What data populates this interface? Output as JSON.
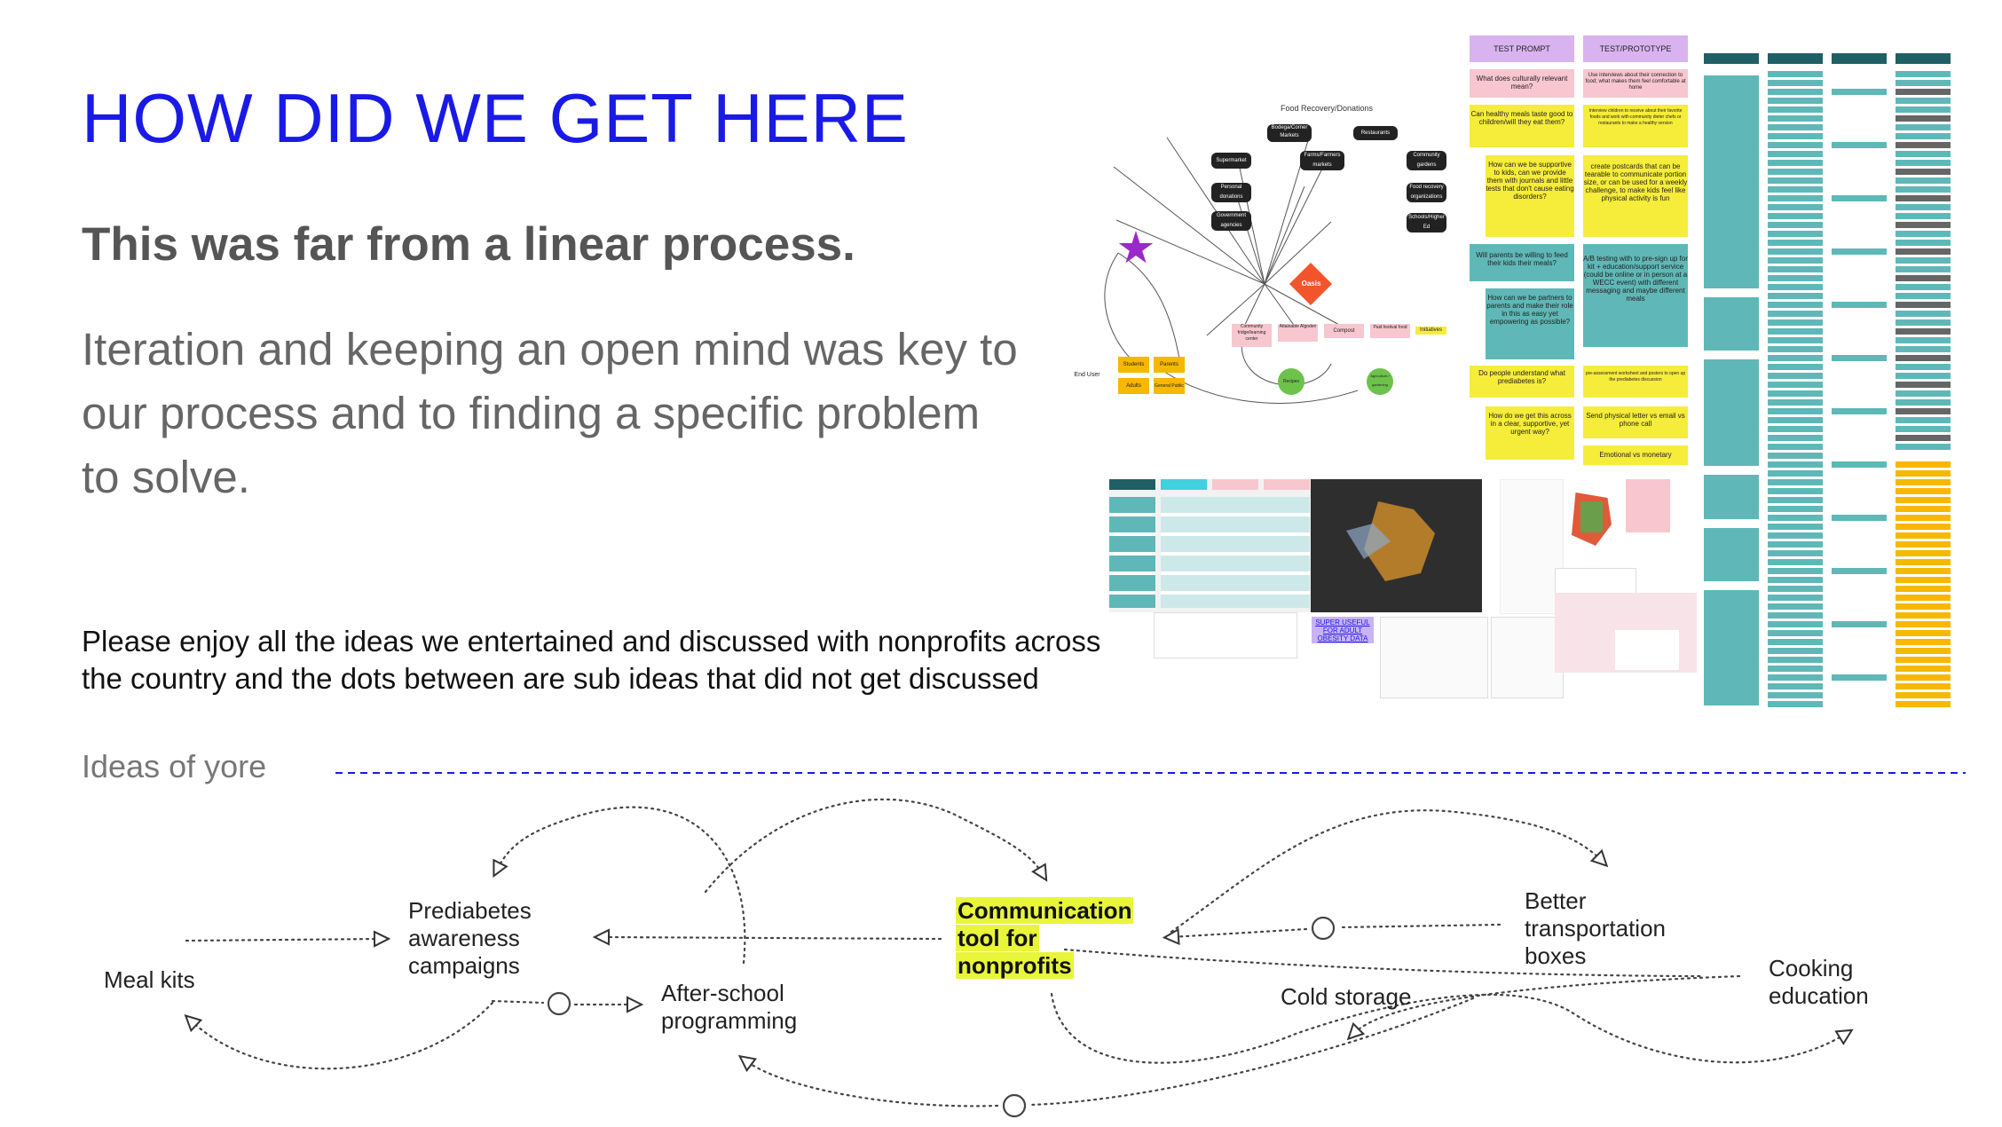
{
  "title": "HOW DID WE GET HERE",
  "subtitle": "This was far from a linear process.",
  "body": "Iteration and keeping an open mind was key to our process and to finding a specific problem to solve.",
  "note": "Please enjoy all the ideas we entertained and discussed with nonprofits across the country and the dots between are sub ideas that did not get discussed",
  "section_label": "Ideas of yore",
  "ideas": {
    "meal_kits": "Meal kits",
    "prediabetes": [
      "Prediabetes",
      "awareness",
      "campaigns"
    ],
    "after_school": [
      "After-school",
      "programming"
    ],
    "communication": [
      "Communication",
      "tool for",
      "nonprofits"
    ],
    "cold_storage": "Cold storage",
    "transportation": [
      "Better",
      "transportation",
      "boxes"
    ],
    "cooking": [
      "Cooking",
      "education"
    ]
  },
  "collage": {
    "mindmap": {
      "header": "Food Recovery/Donations",
      "nodes": [
        "Bodega/Corner Markets",
        "Restaurants",
        "Supermarket",
        "Farms/Farmers markets",
        "Community gardens",
        "Personal donations",
        "Food recovery organizations",
        "Government agencies",
        "Schools/Higher Ed"
      ],
      "center": "Oasis",
      "initiatives": [
        "Community fridge/learning center",
        "Attainable Algoden",
        "Compost",
        "Paid festival food"
      ],
      "initiatives_label": "Initiatives",
      "end_users": [
        "Students",
        "Parents",
        "Adults",
        "General Public"
      ],
      "end_user_label": "End User",
      "green_nodes": [
        "Recipes",
        "Agriculture / gardening"
      ]
    },
    "prompts": {
      "headers": [
        "TEST PROMPT",
        "TEST/PROTOTYPE"
      ],
      "left": [
        "What does culturally relevant mean?",
        "Can healthy meals taste good to children/will they eat them?",
        "How can we be supportive to kids, can we provide them with journals and little tests that don't cause eating disorders?",
        "Will parents be willing to feed their kids their meals?",
        "How can we be partners to parents and make their role in this as easy yet empowering as possible?",
        "Do people understand what prediabetes is?",
        "How do we get this across in a clear, supportive, yet urgent way?"
      ],
      "right": [
        "Use interviews about their connection to food; what makes them feel comfortable at home",
        "Interview children to receive about their favorite foods and work with community dieter chefs or restaurants to make a healthy version",
        "create postcards that can be tearable to communicate portion size, or can be used for a weekly challenge, to make kids feel like physical activity is fun",
        "A/B testing with to pre-sign up for kit + education/support service (could be online or in person at a WECC event) with different messaging and maybe different meals",
        "pre-assessment worksheet and posters to open up the prediabetes discussion",
        "Send physical letter vs email vs phone call",
        "Emotional vs monetary"
      ]
    },
    "dashboard_label": "SUPER USEFUL FOR ADULT OBESITY DATA"
  }
}
